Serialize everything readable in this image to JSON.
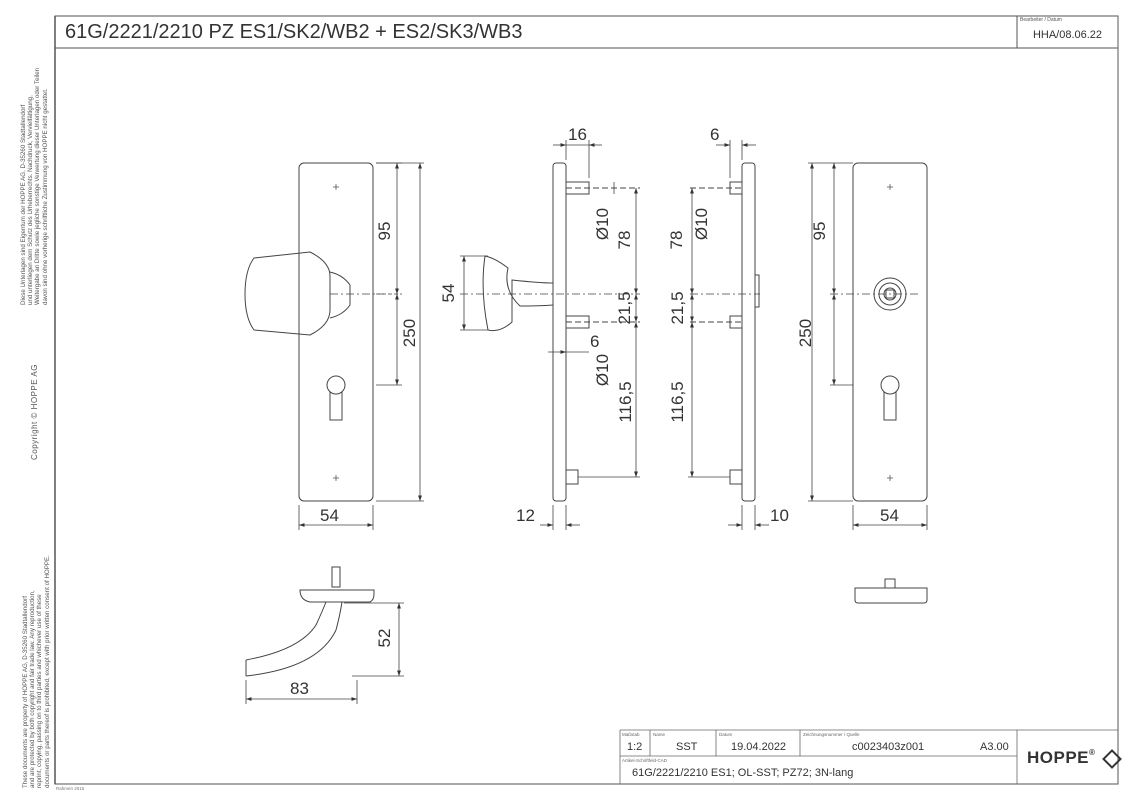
{
  "title": "61G/2221/2210 PZ ES1/SK2/WB2 + ES2/SK3/WB3",
  "editor": {
    "label": "Bearbeiter / Datum",
    "value": "HHA/08.06.22"
  },
  "side_texts": {
    "de": [
      "Diese Unterlagen sind Eigentum der HOPPE AG, D-35260 Stadtallendorf",
      "und unterliegen dem Schutz des Urheberrechts. Nachdruck, Vervielfältigung,",
      "Weitergabe an Dritte sowie jegliche sonstige Verwertung dieser Unterlagen oder Teilen",
      "davon sind ohne vorherige schriftliche Zustimmung von HOPPE nicht gestattet."
    ],
    "copyright": "Copyright ©     HOPPE  AG",
    "en": [
      "These documents are property of HOPPE AG, D-35260 Stadtallendorf",
      "and are protected by both copyright and fair trade law. Any reproduction,",
      "reprint, copying, passing on to third parties and whichever use of these",
      "documents or parts thereof is prohibited, except with prior written consent of HOPPE."
    ]
  },
  "frame_note": "Rahmen 2015",
  "dimensions": {
    "front_left": {
      "d95": "95",
      "d250": "250",
      "d54": "54"
    },
    "side_left": {
      "d16": "16",
      "d10a": "Ø10",
      "d78": "78",
      "d54": "54",
      "d215": "21,5",
      "d6": "6",
      "d10b": "Ø10",
      "d1165": "116,5",
      "d12": "12"
    },
    "side_right": {
      "d6": "6",
      "d10": "Ø10",
      "d78": "78",
      "d215": "21,5",
      "d1165": "116,5",
      "d10b": "10"
    },
    "front_right": {
      "d95": "95",
      "d250": "250",
      "d54": "54"
    },
    "handle_top": {
      "d52": "52",
      "d83": "83"
    }
  },
  "titleblock": {
    "labels": {
      "scale": "Maßstab",
      "name": "Name",
      "date": "Datum",
      "drawing_no": "Zeichnungsnummer / Quelle",
      "article": "Artikel-Schriftfeld-CAD"
    },
    "scale": "1:2",
    "name": "SST",
    "date": "19.04.2022",
    "drawing_no": "c0023403z001",
    "format": "A3.00",
    "description": "61G/2221/2210  ES1; OL-SST; PZ72; 3N-lang",
    "brand": "HOPPE"
  }
}
